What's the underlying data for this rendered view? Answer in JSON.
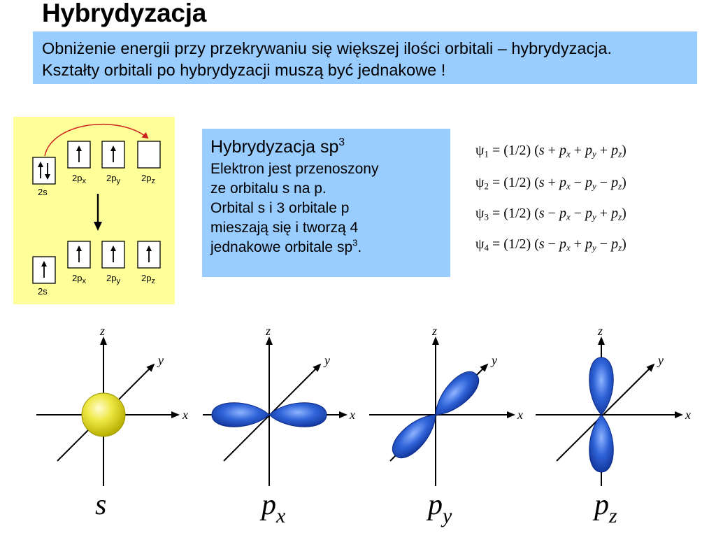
{
  "slide": {
    "title": "Hybrydyzacja",
    "intro": {
      "line1": "Obniżenie energii przy przekrywaniu się większej ilości orbitali – hybrydyzacja.",
      "line2": "Kształty orbitali po hybrydyzacji muszą być jednakowe !"
    },
    "sp3_box": {
      "heading": "Hybrydyzacja sp",
      "heading_sup": "3",
      "line1": "Elektron jest przenoszony",
      "line2": "ze orbitalu s na p.",
      "line3": "Orbital s i 3 orbitale p",
      "line4": "mieszają się i tworzą 4",
      "line5": "jednakowe orbitale sp",
      "line5_sup": "3",
      "line5_end": "."
    },
    "diagram": {
      "top_labels": [
        "2s",
        "2p",
        "2p",
        "2p"
      ],
      "top_subs": [
        "",
        "x",
        "y",
        "z"
      ],
      "bottom_labels": [
        "2s",
        "2p",
        "2p",
        "2p"
      ],
      "bottom_subs": [
        "",
        "x",
        "y",
        "z"
      ]
    },
    "equations": [
      {
        "psi": "ψ",
        "index": "1",
        "prefix": "= (1/2) (",
        "s": "s",
        "ops": [
          "+",
          "+",
          "+"
        ],
        "close": ")"
      },
      {
        "psi": "ψ",
        "index": "2",
        "prefix": "= (1/2) (",
        "s": "s",
        "ops": [
          "+",
          "−",
          "−"
        ],
        "close": ")"
      },
      {
        "psi": "ψ",
        "index": "3",
        "prefix": "= (1/2) (",
        "s": "s",
        "ops": [
          "−",
          "−",
          "+"
        ],
        "close": ")"
      },
      {
        "psi": "ψ",
        "index": "4",
        "prefix": "= (1/2) (",
        "s": "s",
        "ops": [
          "−",
          "+",
          "−"
        ],
        "close": ")"
      }
    ],
    "eq_terms": {
      "p": "p",
      "sx": "x",
      "sy": "y",
      "sz": "z"
    },
    "axes": {
      "x": "x",
      "y": "y",
      "z": "z"
    },
    "orbital_labels": [
      {
        "main": "s",
        "sub": ""
      },
      {
        "main": "p",
        "sub": "x"
      },
      {
        "main": "p",
        "sub": "y"
      },
      {
        "main": "p",
        "sub": "z"
      }
    ],
    "colors": {
      "box_blue": "#99ccff",
      "diagram_bg": "#ffff99",
      "lobe_blue": "#2f63d8",
      "s_yellow": "#e6e030",
      "arrow_red": "#cc2222"
    }
  }
}
